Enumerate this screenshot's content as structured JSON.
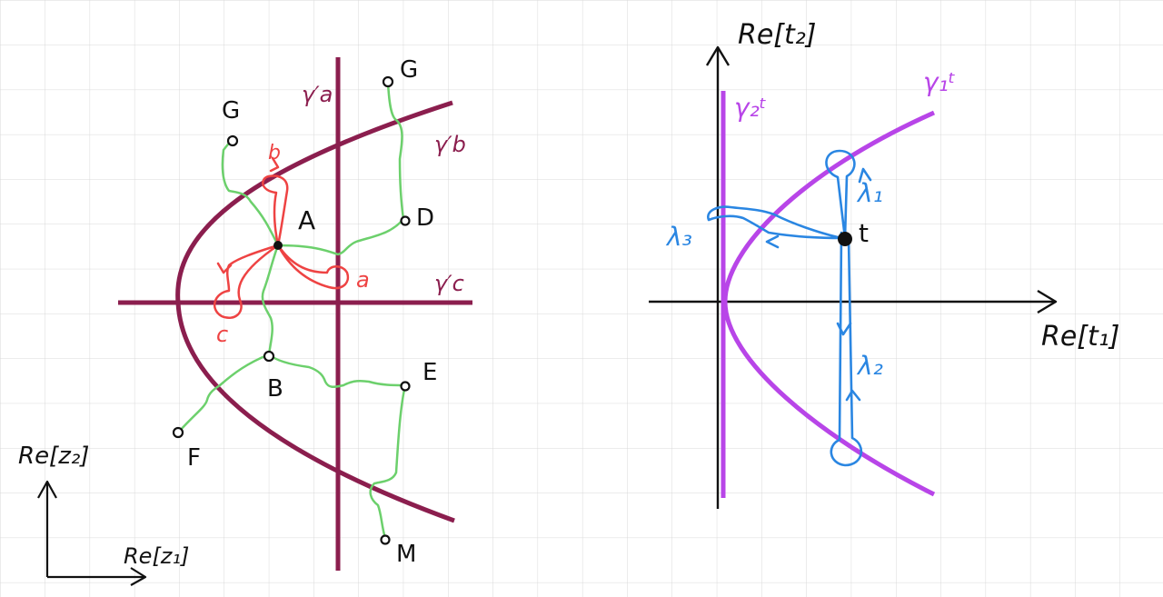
{
  "colors": {
    "grid": "#d9d9d9",
    "left_curves": "#8b1e4e",
    "green_paths": "#6cd06c",
    "red_paths": "#ee4343",
    "right_curves": "#b845e8",
    "blue_paths": "#2a86e2",
    "ink": "#111111"
  },
  "left_panel": {
    "axis_x_label": "Re[z₁]",
    "axis_y_label": "Re[z₂]",
    "curve_labels": {
      "a": "γ′a",
      "b": "γ′b",
      "c": "γ′c"
    },
    "points": {
      "A": "A",
      "B": "B",
      "D": "D",
      "E": "E",
      "F": "F",
      "G_top": "G",
      "G_left": "G",
      "M": "M"
    },
    "loop_labels": {
      "a": "a",
      "b": "b",
      "c": "c"
    }
  },
  "right_panel": {
    "axis_x_label": "Re[t₁]",
    "axis_y_label": "Re[t₂]",
    "curve_labels": {
      "one": "γ₁ᵗ",
      "two": "γ₂ᵗ"
    },
    "point_label": "t",
    "path_labels": {
      "l1": "λ₁",
      "l2": "λ₂",
      "l3": "λ₃"
    }
  }
}
